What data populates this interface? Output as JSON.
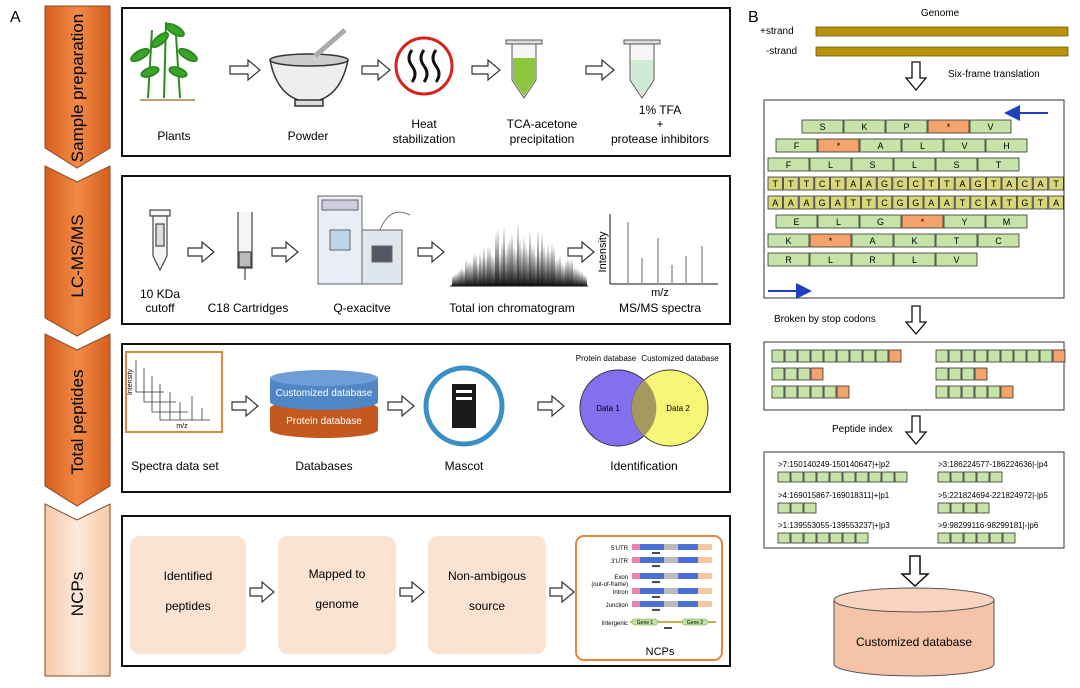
{
  "panelA": {
    "letter": "A",
    "stages": [
      "Sample preparation",
      "LC-MS/MS",
      "Total peptides",
      "NCPs"
    ],
    "row1": [
      "Plants",
      "Powder",
      "Heat",
      "stabilization",
      "TCA-acetone",
      "precipitation",
      "1% TFA",
      "+",
      "protease inhibitors"
    ],
    "row2": [
      "10 KDa",
      "cutoff",
      "C18 Cartridges",
      "Q-exacitve",
      "Total ion chromatogram",
      "MS/MS spectra",
      "Intensity",
      "m/z"
    ],
    "row3": [
      "Spectra data set",
      "Databases",
      "Mascot",
      "Identification",
      "Customized database",
      "Protein database",
      "Protein database",
      "Customized database",
      "Data 1",
      "Data 2",
      "Intensity",
      "m/z"
    ],
    "row4": [
      "Identified",
      "peptides",
      "Mapped to",
      "genome",
      "Non-ambigous",
      "source",
      "NCPs"
    ],
    "ncp_labels": [
      "5'UTR",
      "3'UTR",
      "Exon",
      "(out-of-frame)",
      "Intron",
      "Junction",
      "Intergenic",
      "Gene 1",
      "Gene 2"
    ]
  },
  "panelB": {
    "letter": "B",
    "genome": "Genome",
    "plus_strand": "+strand",
    "minus_strand": "-strand",
    "six_frame": "Six-frame translation",
    "broken": "Broken by stop codons",
    "peptide_index": "Peptide index",
    "db": "Customized database",
    "frames": [
      [
        "S",
        "K",
        "P",
        "*",
        "V"
      ],
      [
        "F",
        "*",
        "A",
        "L",
        "V",
        "H"
      ],
      [
        "F",
        "L",
        "S",
        "L",
        "S",
        "T"
      ],
      [
        "T",
        "T",
        "T",
        "C",
        "T",
        "A",
        "A",
        "G",
        "C",
        "C",
        "T",
        "T",
        "A",
        "G",
        "T",
        "A",
        "C",
        "A",
        "T"
      ],
      [
        "A",
        "A",
        "A",
        "G",
        "A",
        "T",
        "T",
        "C",
        "G",
        "G",
        "A",
        "A",
        "T",
        "C",
        "A",
        "T",
        "G",
        "T",
        "A"
      ],
      [
        "E",
        "L",
        "G",
        "*",
        "Y",
        "M"
      ],
      [
        "K",
        "*",
        "A",
        "K",
        "T",
        "C"
      ],
      [
        "R",
        "L",
        "R",
        "L",
        "V"
      ]
    ],
    "index_entries": [
      ">7:150140249-150140647|+|p2",
      ">3:186224577-186224636|-|p4",
      ">4:169015867-169018311|+|p1",
      ">5:221824694-221824972|-|p5",
      ">1:139553055-139553237|+|p3",
      ">9:98299116-98299181|-|p6"
    ]
  },
  "colors": {
    "cell_green": "#c6e3a8",
    "stop_orange": "#f4a46a",
    "dna_yellow": "#d8d77a",
    "strand_gold": "#b8920a",
    "stage_orange": "#e8803a",
    "stage_pale": "#fbe3d2",
    "db_fill": "#f4c3a8"
  }
}
